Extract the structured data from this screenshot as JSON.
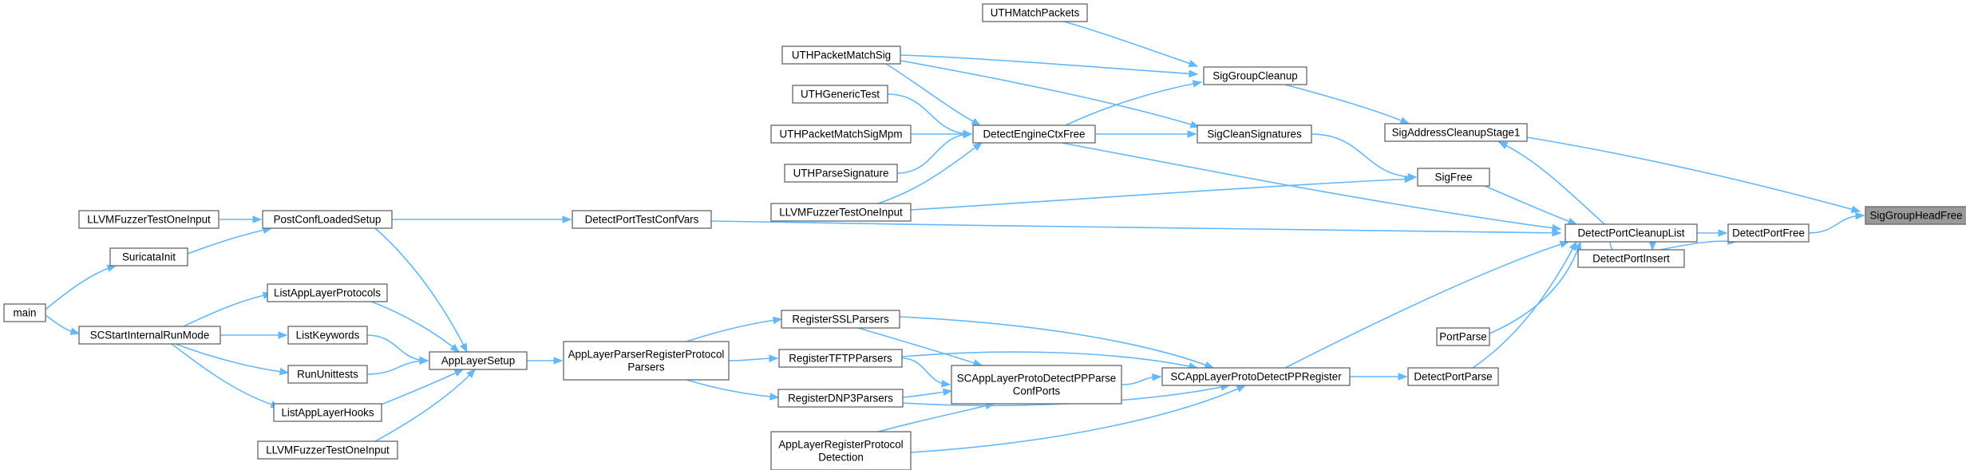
{
  "graph": {
    "focus": "SigGroupHeadFree",
    "nodes": [
      {
        "id": "SigGroupHeadFree",
        "lines": [
          "SigGroupHeadFree"
        ]
      },
      {
        "id": "SigAddressCleanupStage1",
        "lines": [
          "SigAddressCleanupStage1"
        ]
      },
      {
        "id": "DetectPortFree",
        "lines": [
          "DetectPortFree"
        ]
      },
      {
        "id": "DetectPortCleanupList",
        "lines": [
          "DetectPortCleanupList"
        ]
      },
      {
        "id": "DetectPortInsert",
        "lines": [
          "DetectPortInsert"
        ]
      },
      {
        "id": "SigGroupCleanup",
        "lines": [
          "SigGroupCleanup"
        ]
      },
      {
        "id": "UTHMatchPackets",
        "lines": [
          "UTHMatchPackets"
        ]
      },
      {
        "id": "UTHPacketMatchSig",
        "lines": [
          "UTHPacketMatchSig"
        ]
      },
      {
        "id": "DetectEngineCtxFree",
        "lines": [
          "DetectEngineCtxFree"
        ]
      },
      {
        "id": "UTHGenericTest",
        "lines": [
          "UTHGenericTest"
        ]
      },
      {
        "id": "UTHPacketMatchSigMpm",
        "lines": [
          "UTHPacketMatchSigMpm"
        ]
      },
      {
        "id": "UTHParseSignature",
        "lines": [
          "UTHParseSignature"
        ]
      },
      {
        "id": "LLVMFuzzerTestOneInputA",
        "lines": [
          "LLVMFuzzerTestOneInput"
        ]
      },
      {
        "id": "SigCleanSignatures",
        "lines": [
          "SigCleanSignatures"
        ]
      },
      {
        "id": "SigFree",
        "lines": [
          "SigFree"
        ]
      },
      {
        "id": "DetectPortTestConfVars",
        "lines": [
          "DetectPortTestConfVars"
        ]
      },
      {
        "id": "PostConfLoadedSetup",
        "lines": [
          "PostConfLoadedSetup"
        ]
      },
      {
        "id": "LLVMFuzzerTestOneInputB",
        "lines": [
          "LLVMFuzzerTestOneInput"
        ]
      },
      {
        "id": "SuricataInit",
        "lines": [
          "SuricataInit"
        ]
      },
      {
        "id": "main",
        "lines": [
          "main"
        ]
      },
      {
        "id": "SCStartInternalRunMode",
        "lines": [
          "SCStartInternalRunMode"
        ]
      },
      {
        "id": "ListAppLayerProtocols",
        "lines": [
          "ListAppLayerProtocols"
        ]
      },
      {
        "id": "ListKeywords",
        "lines": [
          "ListKeywords"
        ]
      },
      {
        "id": "RunUnittests",
        "lines": [
          "RunUnittests"
        ]
      },
      {
        "id": "ListAppLayerHooks",
        "lines": [
          "ListAppLayerHooks"
        ]
      },
      {
        "id": "LLVMFuzzerTestOneInputC",
        "lines": [
          "LLVMFuzzerTestOneInput"
        ]
      },
      {
        "id": "AppLayerSetup",
        "lines": [
          "AppLayerSetup"
        ]
      },
      {
        "id": "AppLayerParserRegisterProtocolParsers",
        "lines": [
          "AppLayerParserRegisterProtocol",
          "Parsers"
        ]
      },
      {
        "id": "RegisterSSLParsers",
        "lines": [
          "RegisterSSLParsers"
        ]
      },
      {
        "id": "RegisterTFTPParsers",
        "lines": [
          "RegisterTFTPParsers"
        ]
      },
      {
        "id": "RegisterDNP3Parsers",
        "lines": [
          "RegisterDNP3Parsers"
        ]
      },
      {
        "id": "AppLayerRegisterProtocolDetection",
        "lines": [
          "AppLayerRegisterProtocol",
          "Detection"
        ]
      },
      {
        "id": "SCAppLayerProtoDetectPPParseConfPorts",
        "lines": [
          "SCAppLayerProtoDetectPPParse",
          "ConfPorts"
        ]
      },
      {
        "id": "SCAppLayerProtoDetectPPRegister",
        "lines": [
          "SCAppLayerProtoDetectPPRegister"
        ]
      },
      {
        "id": "DetectPortParse",
        "lines": [
          "DetectPortParse"
        ]
      },
      {
        "id": "PortParse",
        "lines": [
          "PortParse"
        ]
      }
    ],
    "edges": [
      {
        "from": "SigAddressCleanupStage1",
        "to": "SigGroupHeadFree"
      },
      {
        "from": "DetectPortFree",
        "to": "SigGroupHeadFree"
      },
      {
        "from": "SigGroupCleanup",
        "to": "SigAddressCleanupStage1"
      },
      {
        "from": "DetectPortCleanupList",
        "to": "SigAddressCleanupStage1"
      },
      {
        "from": "DetectPortCleanupList",
        "to": "DetectPortFree"
      },
      {
        "from": "DetectPortInsert",
        "to": "DetectPortFree"
      },
      {
        "from": "DetectPortInsert",
        "to": "DetectPortInsert"
      },
      {
        "from": "UTHMatchPackets",
        "to": "SigGroupCleanup"
      },
      {
        "from": "UTHPacketMatchSig",
        "to": "SigGroupCleanup"
      },
      {
        "from": "DetectEngineCtxFree",
        "to": "SigGroupCleanup"
      },
      {
        "from": "UTHPacketMatchSig",
        "to": "DetectEngineCtxFree"
      },
      {
        "from": "UTHGenericTest",
        "to": "DetectEngineCtxFree"
      },
      {
        "from": "UTHPacketMatchSigMpm",
        "to": "DetectEngineCtxFree"
      },
      {
        "from": "UTHParseSignature",
        "to": "DetectEngineCtxFree"
      },
      {
        "from": "LLVMFuzzerTestOneInputA",
        "to": "DetectEngineCtxFree"
      },
      {
        "from": "UTHPacketMatchSig",
        "to": "SigCleanSignatures"
      },
      {
        "from": "DetectEngineCtxFree",
        "to": "SigCleanSignatures"
      },
      {
        "from": "DetectEngineCtxFree",
        "to": "DetectPortCleanupList"
      },
      {
        "from": "SigCleanSignatures",
        "to": "SigFree"
      },
      {
        "from": "LLVMFuzzerTestOneInputA",
        "to": "SigFree"
      },
      {
        "from": "SigFree",
        "to": "DetectPortCleanupList"
      },
      {
        "from": "DetectPortTestConfVars",
        "to": "DetectPortCleanupList"
      },
      {
        "from": "PostConfLoadedSetup",
        "to": "DetectPortTestConfVars"
      },
      {
        "from": "LLVMFuzzerTestOneInputB",
        "to": "PostConfLoadedSetup"
      },
      {
        "from": "SuricataInit",
        "to": "PostConfLoadedSetup"
      },
      {
        "from": "main",
        "to": "SuricataInit"
      },
      {
        "from": "main",
        "to": "SCStartInternalRunMode"
      },
      {
        "from": "SCStartInternalRunMode",
        "to": "ListAppLayerProtocols"
      },
      {
        "from": "SCStartInternalRunMode",
        "to": "ListKeywords"
      },
      {
        "from": "SCStartInternalRunMode",
        "to": "RunUnittests"
      },
      {
        "from": "SCStartInternalRunMode",
        "to": "ListAppLayerHooks"
      },
      {
        "from": "PostConfLoadedSetup",
        "to": "AppLayerSetup"
      },
      {
        "from": "ListAppLayerProtocols",
        "to": "AppLayerSetup"
      },
      {
        "from": "ListKeywords",
        "to": "AppLayerSetup"
      },
      {
        "from": "RunUnittests",
        "to": "AppLayerSetup"
      },
      {
        "from": "ListAppLayerHooks",
        "to": "AppLayerSetup"
      },
      {
        "from": "LLVMFuzzerTestOneInputC",
        "to": "AppLayerSetup"
      },
      {
        "from": "AppLayerSetup",
        "to": "AppLayerParserRegisterProtocolParsers"
      },
      {
        "from": "AppLayerParserRegisterProtocolParsers",
        "to": "RegisterSSLParsers"
      },
      {
        "from": "AppLayerParserRegisterProtocolParsers",
        "to": "RegisterTFTPParsers"
      },
      {
        "from": "AppLayerParserRegisterProtocolParsers",
        "to": "RegisterDNP3Parsers"
      },
      {
        "from": "RegisterSSLParsers",
        "to": "SCAppLayerProtoDetectPPParseConfPorts"
      },
      {
        "from": "RegisterTFTPParsers",
        "to": "SCAppLayerProtoDetectPPParseConfPorts"
      },
      {
        "from": "RegisterDNP3Parsers",
        "to": "SCAppLayerProtoDetectPPParseConfPorts"
      },
      {
        "from": "AppLayerRegisterProtocolDetection",
        "to": "SCAppLayerProtoDetectPPParseConfPorts"
      },
      {
        "from": "RegisterSSLParsers",
        "to": "SCAppLayerProtoDetectPPRegister"
      },
      {
        "from": "RegisterTFTPParsers",
        "to": "SCAppLayerProtoDetectPPRegister"
      },
      {
        "from": "RegisterDNP3Parsers",
        "to": "SCAppLayerProtoDetectPPRegister"
      },
      {
        "from": "AppLayerRegisterProtocolDetection",
        "to": "SCAppLayerProtoDetectPPRegister"
      },
      {
        "from": "SCAppLayerProtoDetectPPParseConfPorts",
        "to": "SCAppLayerProtoDetectPPRegister"
      },
      {
        "from": "SCAppLayerProtoDetectPPRegister",
        "to": "DetectPortParse"
      },
      {
        "from": "SCAppLayerProtoDetectPPRegister",
        "to": "DetectPortCleanupList"
      },
      {
        "from": "DetectPortParse",
        "to": "DetectPortCleanupList"
      },
      {
        "from": "PortParse",
        "to": "DetectPortCleanupList"
      }
    ]
  }
}
